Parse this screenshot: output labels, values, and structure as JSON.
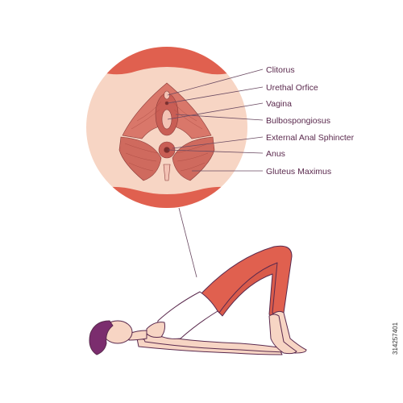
{
  "diagram": {
    "labels": [
      {
        "id": "clitorus",
        "text": "Clitorus"
      },
      {
        "id": "urethal-orifice",
        "text": "Urethal Orfice"
      },
      {
        "id": "vagina",
        "text": "Vagina"
      },
      {
        "id": "bulbospongiosus",
        "text": "Bulbospongiosus"
      },
      {
        "id": "external-anal-sphincter",
        "text": "External Anal Sphincter"
      },
      {
        "id": "anus",
        "text": "Anus"
      },
      {
        "id": "gluteus-maximus",
        "text": "Gluteus Maximus"
      }
    ]
  },
  "stock_id": "314257401",
  "colors": {
    "coral": "#e0604f",
    "skin": "#f7d5c4",
    "muscle": "#d9776a",
    "outline": "#5b2a4e",
    "hair": "#7b2d6e",
    "top": "#ffffff"
  }
}
